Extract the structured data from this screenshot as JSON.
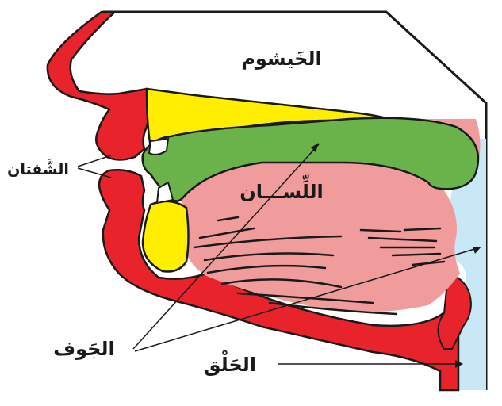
{
  "labels": {
    "nasal_cavity": "الخَيشوم",
    "lips": "الشَّفتان",
    "tongue": "اللِّســـان",
    "oral_cavity": "الجَوف",
    "throat": "الحَلْق"
  },
  "colors": {
    "background": "#ffffff",
    "outline": "#1a1a1a",
    "tissue_red": "#e8232b",
    "palate_yellow": "#ffee00",
    "tongue_green": "#6ab34a",
    "mouth_pink": "#f19c9c",
    "airway_blue": "#c9e8f6",
    "teeth_white": "#ffffff"
  }
}
